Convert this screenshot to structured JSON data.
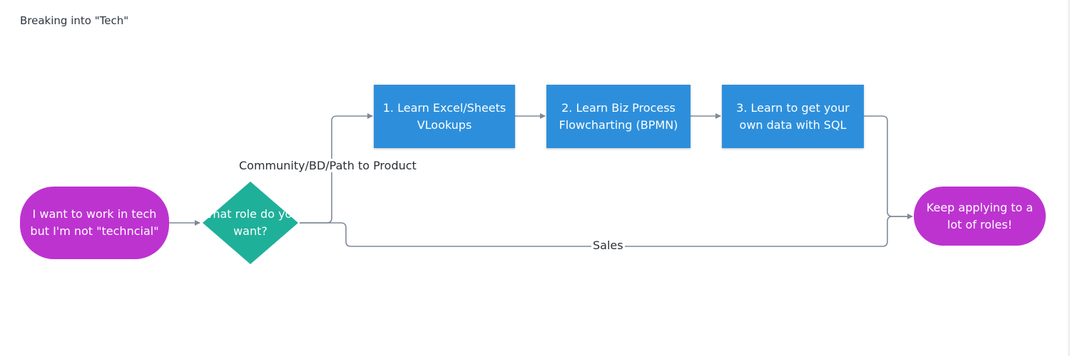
{
  "title": "Breaking into \"Tech\"",
  "colors": {
    "terminal": "#bd33d0",
    "decision": "#1fb09a",
    "process": "#2d8fdc",
    "connector": "#7e8a98"
  },
  "nodes": {
    "start": {
      "line1": "I want to work in tech",
      "line2": "but I'm not \"techncial\""
    },
    "decision": {
      "line1": "What role do",
      "line2": "you want?"
    },
    "step1": {
      "line1": "1. Learn Excel/Sheets",
      "line2": "VLookups"
    },
    "step2": {
      "line1": "2. Learn Biz Process",
      "line2": "Flowcharting (BPMN)"
    },
    "step3": {
      "line1": "3. Learn to get your",
      "line2": "own data with SQL"
    },
    "end": {
      "line1": "Keep applying to a",
      "line2": "lot of roles!"
    }
  },
  "edges": {
    "community_label": "Community/BD/Path to Product",
    "sales_label": "Sales"
  }
}
